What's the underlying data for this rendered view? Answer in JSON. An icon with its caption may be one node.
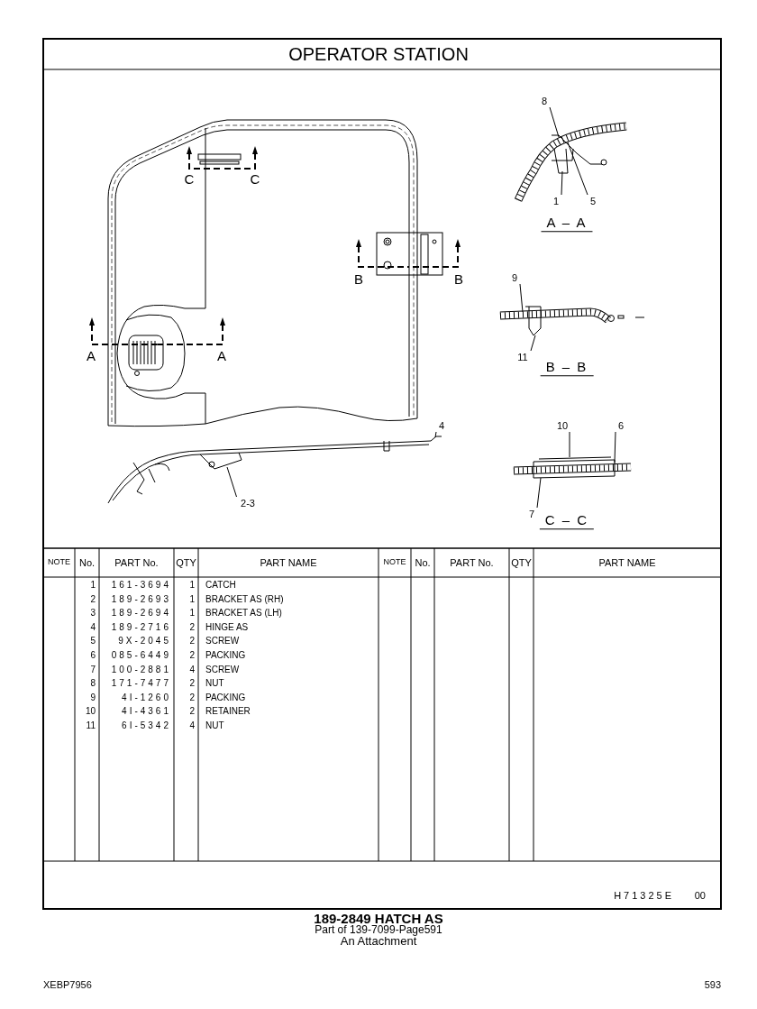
{
  "diagram": {
    "title": "OPERATOR STATION",
    "caption": "189-2849 HATCH AS",
    "nodes": [
      {
        "text": [
          "8"
        ]
      },
      {
        "text": [
          "1"
        ]
      },
      {
        "text": [
          "5"
        ]
      },
      {
        "text": [
          "9"
        ]
      },
      {
        "text": [
          "11"
        ]
      },
      {
        "text": [
          "10"
        ]
      },
      {
        "text": [
          "6"
        ]
      },
      {
        "text": [
          "7"
        ]
      },
      {
        "text": [
          "4"
        ]
      },
      {
        "text": [
          "2-3"
        ]
      },
      {
        "text": [],
        "shape": "picture"
      },
      {
        "text": [],
        "shape": "picture"
      },
      {
        "text": [],
        "shape": "picture"
      },
      {
        "text": [],
        "shape": "picture"
      }
    ],
    "edges": [
      {
        "from": 0,
        "to": 10,
        "arrow": "none"
      },
      {
        "from": 1,
        "to": 10,
        "arrow": "none"
      },
      {
        "from": 2,
        "to": 10,
        "arrow": "none"
      },
      {
        "from": 3,
        "to": 11,
        "arrow": "none"
      },
      {
        "from": 4,
        "to": 11,
        "arrow": "none"
      },
      {
        "from": 5,
        "to": 12,
        "arrow": "none"
      },
      {
        "from": 6,
        "to": 12,
        "arrow": "none"
      },
      {
        "from": 7,
        "to": 12,
        "arrow": "none"
      },
      {
        "from": 8,
        "to": 13,
        "arrow": "none"
      },
      {
        "from": 9,
        "to": 13,
        "arrow": "none"
      }
    ],
    "labels": [
      "C",
      "C",
      "B",
      "B",
      "A",
      "A",
      "A – A",
      "B – B",
      "C – C",
      "NOTE",
      "No.",
      "PART No.",
      "QTY",
      "PART NAME",
      "NOTE",
      "No.",
      "PART No.",
      "QTY",
      "PART NAME",
      "1",
      "161-3694",
      "1",
      "CATCH",
      "2",
      "189-2693",
      "1",
      "BRACKET AS (RH)",
      "3",
      "189-2694",
      "1",
      "BRACKET AS (LH)",
      "4",
      "189-2716",
      "2",
      "HINGE AS",
      "5",
      "9X-2045",
      "2",
      "SCREW",
      "6",
      "085-6449",
      "2",
      "PACKING",
      "7",
      "100-2881",
      "4",
      "SCREW",
      "8",
      "171-7477",
      "2",
      "NUT",
      "9",
      "4I-1260",
      "2",
      "PACKING",
      "10",
      "4I-4361",
      "2",
      "RETAINER",
      "11",
      "6I-5342",
      "4",
      "NUT",
      "H71325E",
      "00",
      "Part of 139-7099-Page591",
      "An Attachment",
      "XEBP7956",
      "593"
    ]
  }
}
